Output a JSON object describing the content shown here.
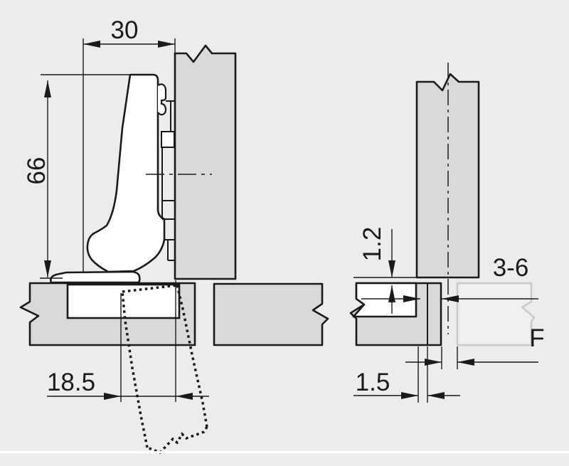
{
  "diagram": {
    "kind": "hinge-mounting-cross-section",
    "labels": {
      "left_view": {
        "depth_mm": "30",
        "height_mm": "66",
        "cup_distance_mm": "18.5"
      },
      "right_view": {
        "overlay_mm": "1.2",
        "edge_range_mm": "3-6",
        "gap_label": "F",
        "reveal_mm": "1.5"
      }
    },
    "colors": {
      "background": "#ececec",
      "panel_fill": "#d9d9d9",
      "outline": "#1a1a1a",
      "hinge_fill": "#ffffff",
      "ghost_panel_stroke": "#c8c8c8",
      "ghost_panel_fill": "#efefef",
      "bottom_rule": "#ffffff"
    }
  }
}
